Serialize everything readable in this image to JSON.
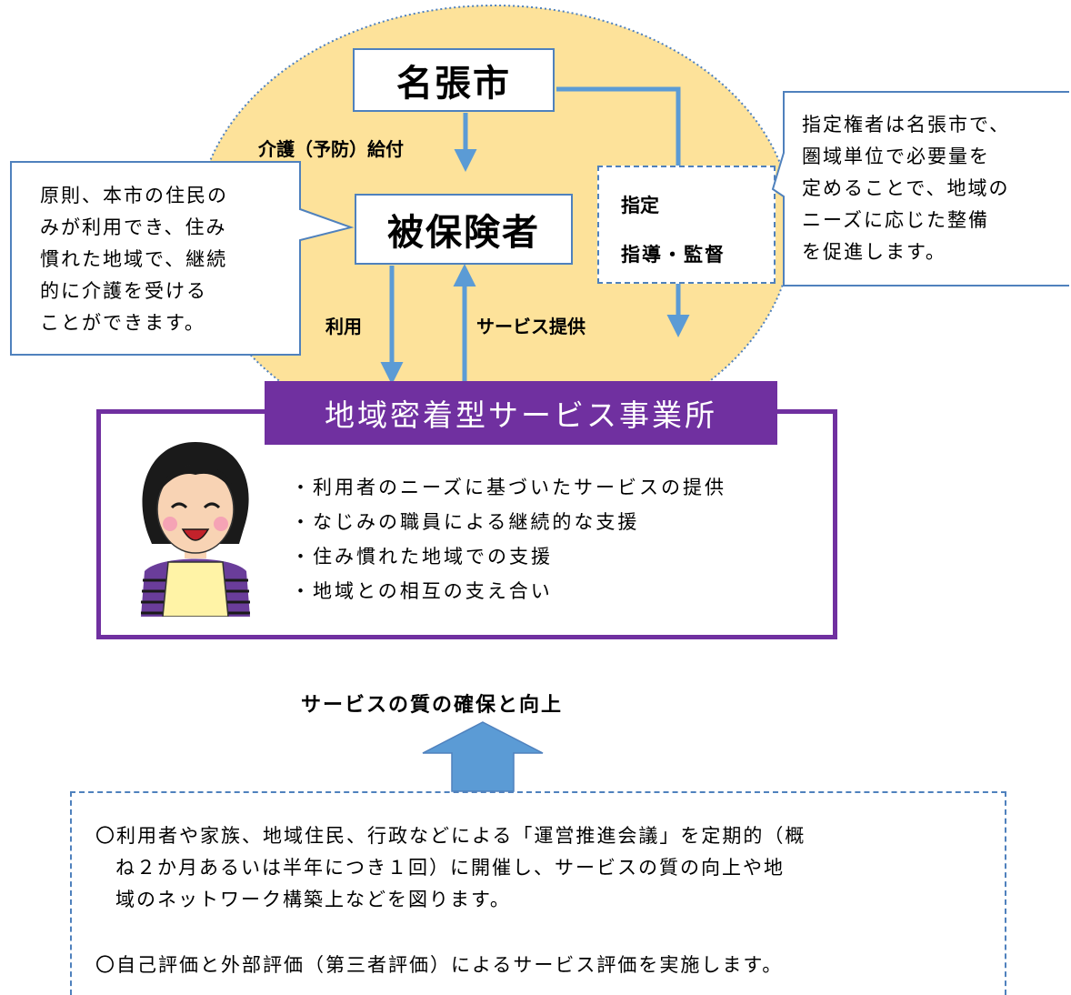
{
  "city": "名張市",
  "insured": "被保険者",
  "labels": {
    "benefit": "介護（予防）給付",
    "use": "利用",
    "service_provision": "サービス提供"
  },
  "designation": {
    "line1": "指定",
    "line2": "指導・監督"
  },
  "left_callout": [
    "原則、本市の住民の",
    "みが利用でき、住み",
    "慣れた地域で、継続",
    "的に介護を受ける",
    "ことができます。"
  ],
  "right_callout": [
    "指定権者は名張市で、",
    "圏域単位で必要量を",
    "定めることで、地域の",
    "ニーズに応じた整備",
    "を促進します。"
  ],
  "office": {
    "title": "地域密着型サービス事業所",
    "features": [
      "・利用者のニーズに基づいたサービスの提供",
      "・なじみの職員による継続的な支援",
      "・住み慣れた地域での支援",
      "・地域との相互の支え合い"
    ]
  },
  "quality_heading": "サービスの質の確保と向上",
  "measures": [
    [
      "〇利用者や家族、地域住民、行政などによる「運営推進会議」を定期的（概",
      "ね２か月あるいは半年につき１回）に開催し、サービスの質の向上や地",
      "域のネットワーク構築上などを図ります。"
    ],
    [
      "〇自己評価と外部評価（第三者評価）によるサービス評価を実施します。"
    ]
  ],
  "colors": {
    "circle_fill": "#fde29a",
    "blue": "#4f81bd",
    "purple": "#7030a0",
    "arrow_fill": "#5b9bd5"
  }
}
